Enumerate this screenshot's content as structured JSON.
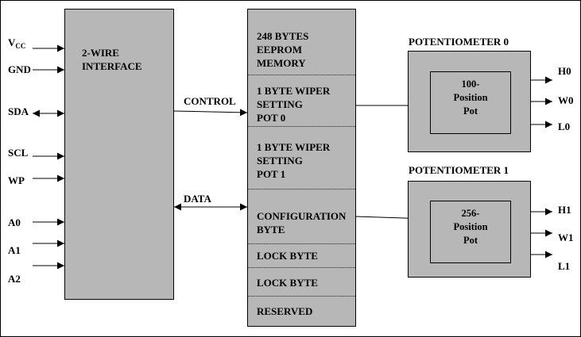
{
  "pins_left": [
    "V",
    "GND",
    "SDA",
    "SCL",
    "WP",
    "A0",
    "A1",
    "A2"
  ],
  "vcc_sub": "CC",
  "interface_label": "2-WIRE\nINTERFACE",
  "control_label": "CONTROL",
  "data_label": "DATA",
  "memory_cells": [
    "248 BYTES\nEEPROM\nMEMORY",
    "1 BYTE WIPER\nSETTING\nPOT 0",
    "1 BYTE WIPER\nSETTING\nPOT 1",
    "CONFIGURATION\nBYTE",
    "LOCK BYTE",
    "LOCK BYTE",
    "RESERVED"
  ],
  "pot0": {
    "title": "POTENTIOMETER 0",
    "inner": "100-\nPosition\nPot",
    "pins": [
      "H0",
      "W0",
      "L0"
    ]
  },
  "pot1": {
    "title": "POTENTIOMETER 1",
    "inner": "256-\nPosition\nPot",
    "pins": [
      "H1",
      "W1",
      "L1"
    ]
  },
  "colors": {
    "block_fill": "#b7b7b7",
    "line": "#000000"
  }
}
